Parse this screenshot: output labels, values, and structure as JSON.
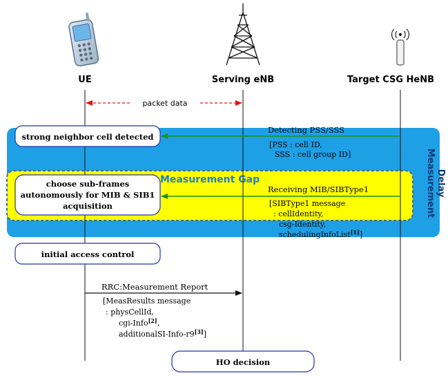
{
  "entities": {
    "ue": "UE",
    "enb": "Serving eNB",
    "henb": "Target CSG HeNB"
  },
  "packet_data": "packet data",
  "regions": {
    "measurement_delay_l1": "Measurement",
    "measurement_delay_l2": "Delay",
    "measurement_gap": "Measurement Gap"
  },
  "boxes": {
    "strong_neighbor": "strong neighbor cell detected",
    "choose_l1": "choose sub-frames",
    "choose_l2": "autonomously for MIB & SIB1",
    "choose_l3": "acquisition",
    "initial_access": "initial access control",
    "ho_decision": "HO decision"
  },
  "messages": {
    "detecting_title": "Detecting PSS/SSS",
    "detecting_l1": "[PSS : cell ID,",
    "detecting_l2": "SSS : cell group ID]",
    "receiving_title": "Receiving MIB/SIBType1",
    "receiving_l1": "[SIBType1 message",
    "receiving_l2": ": cellIdentity,",
    "receiving_l3": "csg-Identity,",
    "receiving_l4": "schedulingInfoList",
    "receiving_l4_sup": "[1]",
    "receiving_l4_end": "]",
    "report_title": "RRC:Measurement Report",
    "report_l1": "[MeasResults message",
    "report_l2": ": physCellId,",
    "report_l3": "cgi-Info",
    "report_l3_sup": "[2]",
    "report_l3_end": ",",
    "report_l4": "additionalSI-Info-r9",
    "report_l4_sup": "[3]",
    "report_l4_end": "]"
  },
  "colors": {
    "delay_bg": "#1ea0e6",
    "gap_bg": "#ffff00",
    "arrow_green": "#199119",
    "arrow_red": "#ee1111",
    "box_border": "#2233aa",
    "lifeline": "#111111"
  },
  "icons": [
    "phone-icon",
    "tower-icon",
    "antenna-icon"
  ]
}
